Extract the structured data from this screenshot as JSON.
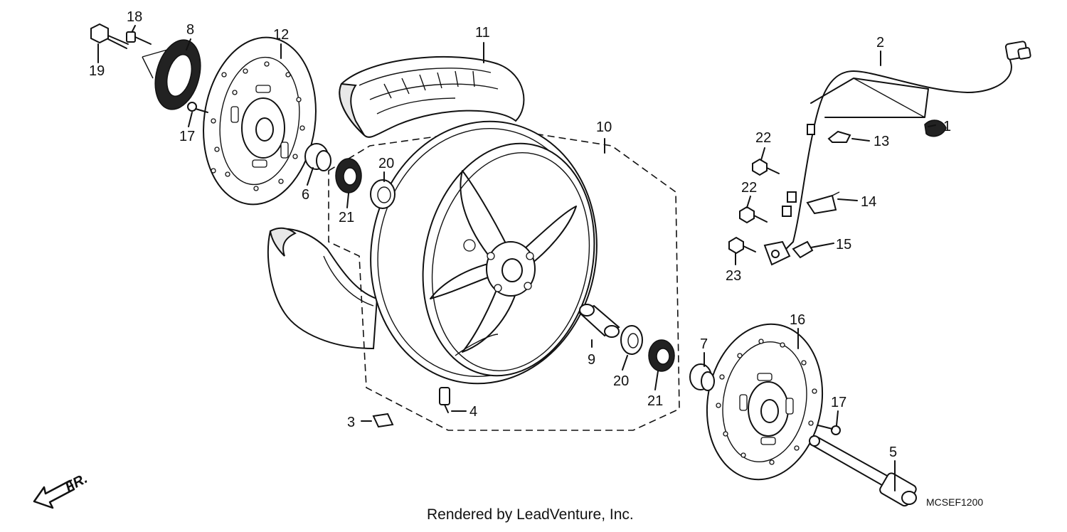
{
  "diagram": {
    "labels": {
      "p1": "1",
      "p2": "2",
      "p3": "3",
      "p4": "4",
      "p5": "5",
      "p6": "6",
      "p7": "7",
      "p8": "8",
      "p9": "9",
      "p10": "10",
      "p11": "11",
      "p12": "12",
      "p13": "13",
      "p14": "14",
      "p15": "15",
      "p16": "16",
      "p17a": "17",
      "p17b": "17",
      "p18": "18",
      "p19": "19",
      "p20a": "20",
      "p20b": "20",
      "p21a": "21",
      "p21b": "21",
      "p22a": "22",
      "p22b": "22",
      "p23": "23"
    },
    "credit": "Rendered by LeadVenture, Inc.",
    "code": "MCSEF1200",
    "direction": "FR."
  }
}
